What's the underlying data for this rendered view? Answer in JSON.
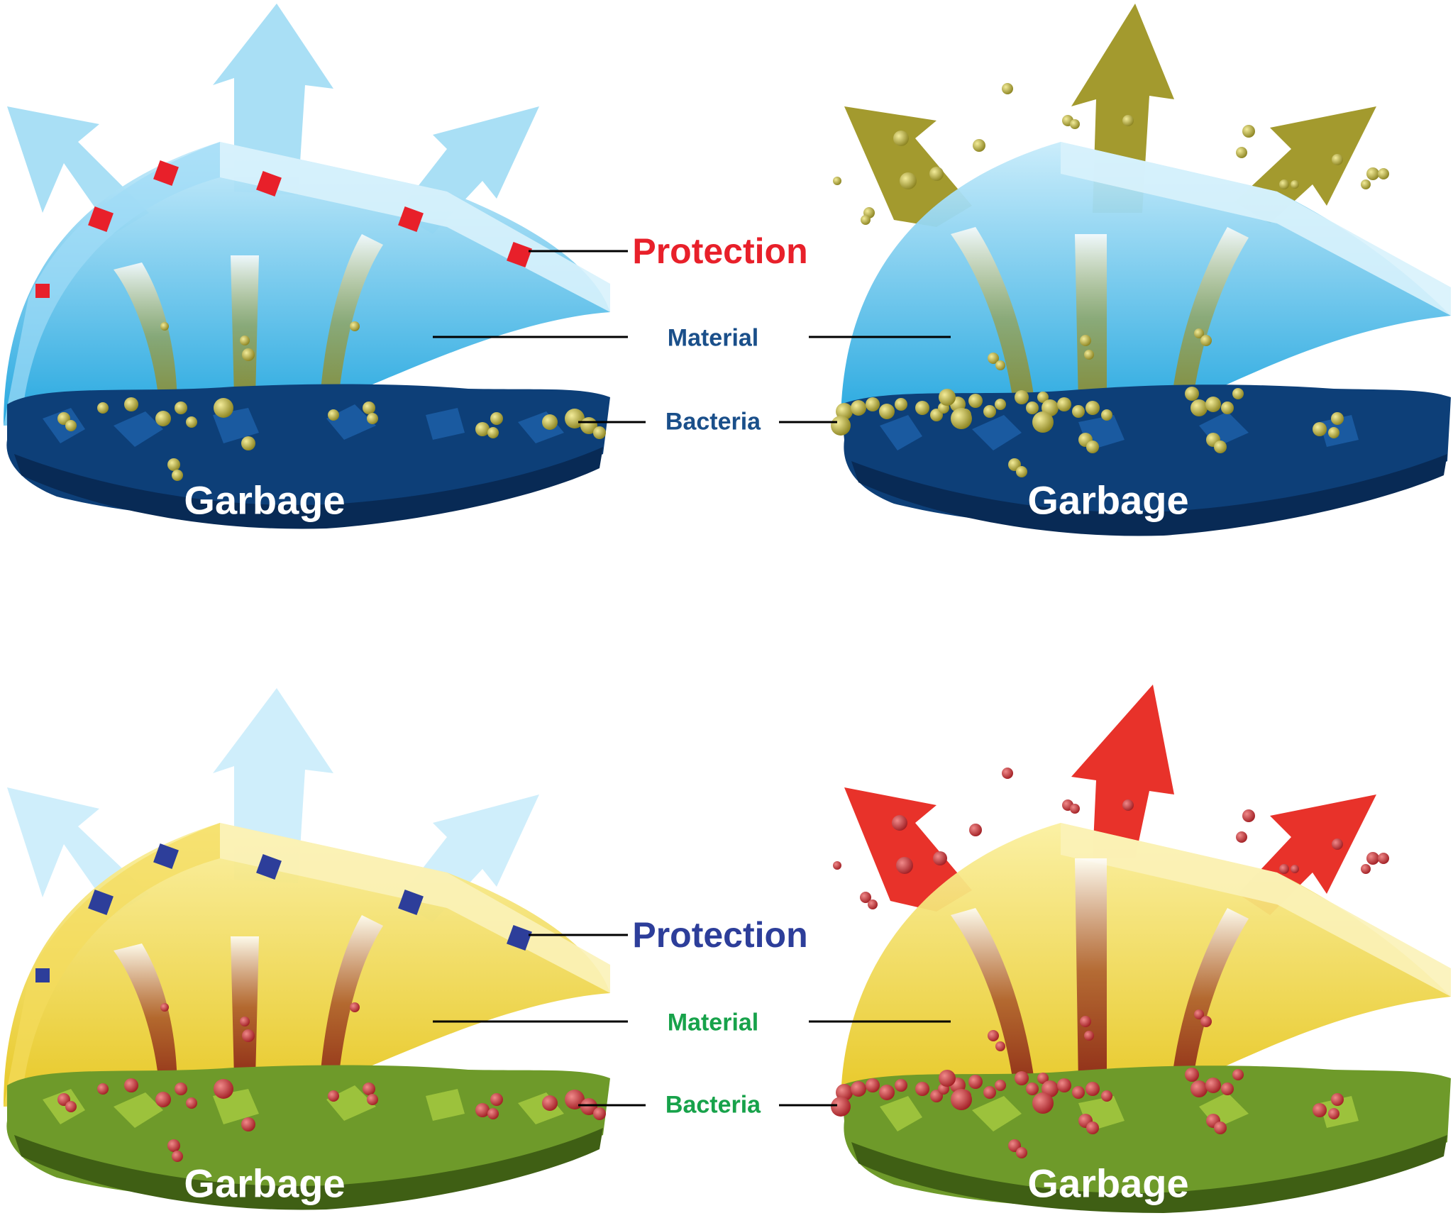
{
  "panels": [
    {
      "id": "top",
      "label_protection": "Protection",
      "label_material": "Material",
      "label_bacteria": "Bacteria",
      "label_garbage_left": "Garbage",
      "label_garbage_right": "Garbage",
      "colors": {
        "protection_label": "#e8202a",
        "small_labels": "#1a4f8a",
        "material_top": "#b9e4f7",
        "material_bottom": "#1ca6e0",
        "garbage_fill": "#0d3f78",
        "garbage_dark": "#082a55",
        "bacteria": "#a39a2e",
        "protection_particles": "#e8202a",
        "vapor_arrows": "#a9dff5",
        "odor_arrows_right": "#a39a2e"
      }
    },
    {
      "id": "bottom",
      "label_protection": "Protection",
      "label_material": "Material",
      "label_bacteria": "Bacteria",
      "label_garbage_left": "Garbage",
      "label_garbage_right": "Garbage",
      "colors": {
        "protection_label": "#2d3e9a",
        "small_labels": "#17a24a",
        "material_top": "#f7e78a",
        "material_bottom": "#e8c81c",
        "garbage_fill": "#6e9a2a",
        "garbage_dark": "#3f5f14",
        "bacteria": "#b8262c",
        "protection_particles": "#2d3e9a",
        "vapor_arrows": "#cfeefb",
        "odor_arrows_right": "#e8322a"
      }
    }
  ]
}
